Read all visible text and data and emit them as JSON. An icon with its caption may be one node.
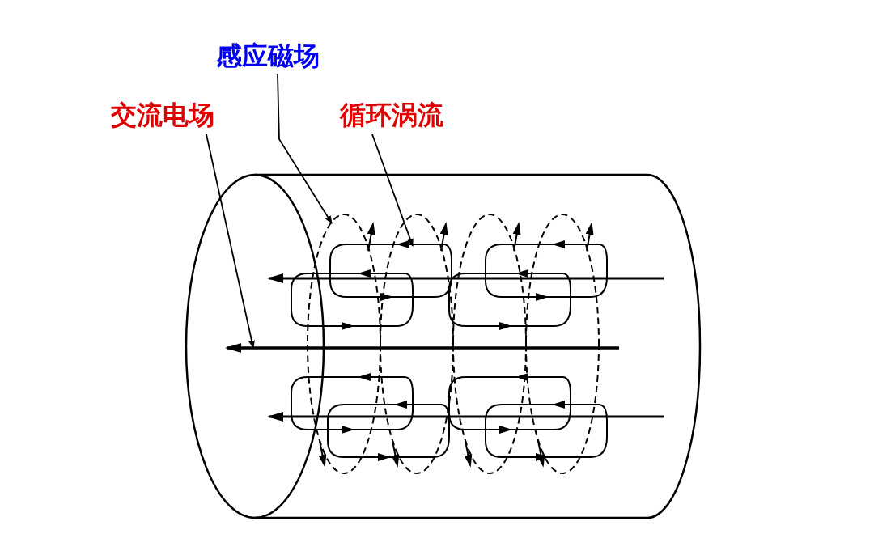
{
  "diagram": {
    "nodes": [
      {
        "text": [
          "感应磁场"
        ]
      },
      {
        "text": [
          "交流电场"
        ]
      },
      {
        "text": [
          "循环涡流"
        ]
      }
    ],
    "edges": [
      {
        "from": 0,
        "to": null,
        "arrow": "to"
      },
      {
        "from": 1,
        "to": null,
        "arrow": "to"
      },
      {
        "from": 2,
        "to": null,
        "arrow": "to"
      }
    ]
  }
}
